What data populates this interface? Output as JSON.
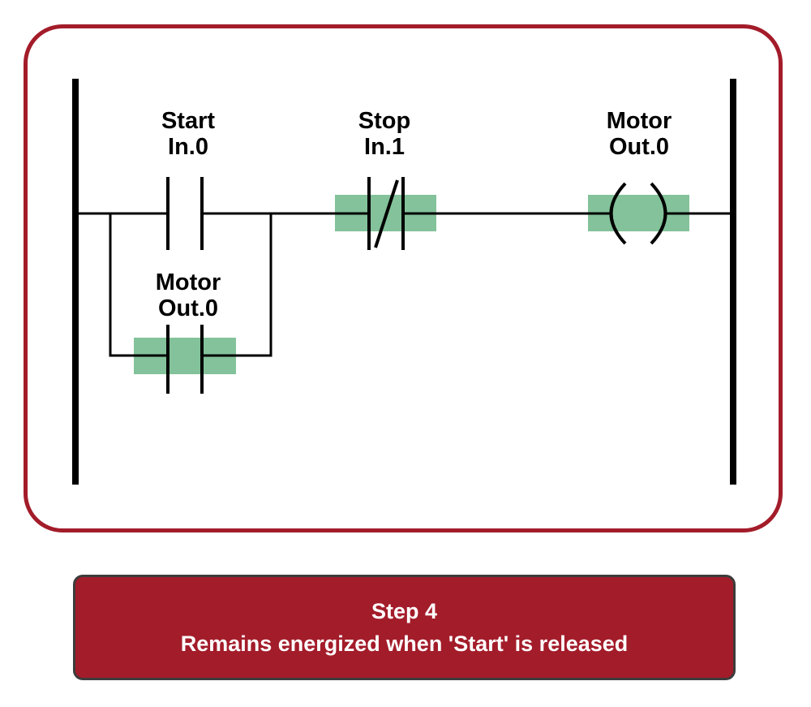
{
  "colors": {
    "frame": "#a31c2a",
    "energized_highlight": "#83c29a",
    "caption_background": "#a31c2a",
    "caption_text": "#ffffff",
    "wire": "#000000"
  },
  "rung": {
    "start_contact": {
      "name": "Start",
      "address": "In.0",
      "type": "normally-open",
      "energized": false
    },
    "stop_contact": {
      "name": "Stop",
      "address": "In.1",
      "type": "normally-closed",
      "energized": true
    },
    "seal_contact": {
      "name": "Motor",
      "address": "Out.0",
      "type": "normally-open",
      "energized": true
    },
    "output_coil": {
      "name": "Motor",
      "address": "Out.0",
      "type": "coil",
      "energized": true
    }
  },
  "caption": {
    "step": "Step 4",
    "description": "Remains energized when 'Start' is released"
  }
}
